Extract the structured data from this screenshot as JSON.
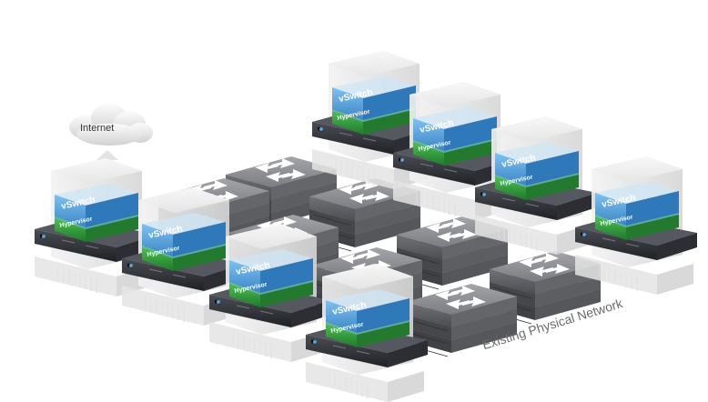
{
  "internet": {
    "label": "Internet"
  },
  "network": {
    "label": "Existing Physical Network"
  },
  "vswitch": {
    "label": "vSwitch"
  },
  "hypervisor": {
    "label": "Hypervisor"
  },
  "colors": {
    "vswitch_blue": "#3a86c8",
    "hypervisor_green": "#2f9a3a",
    "server_dark": "#2b2d31",
    "switch_gray": "#7d7f84",
    "cloud": "#e7e7e7"
  },
  "icons": {
    "cloud": "cloud-icon",
    "switch": "switch-icon",
    "server": "server-icon",
    "host": "vswitch-hypervisor-host-icon"
  }
}
